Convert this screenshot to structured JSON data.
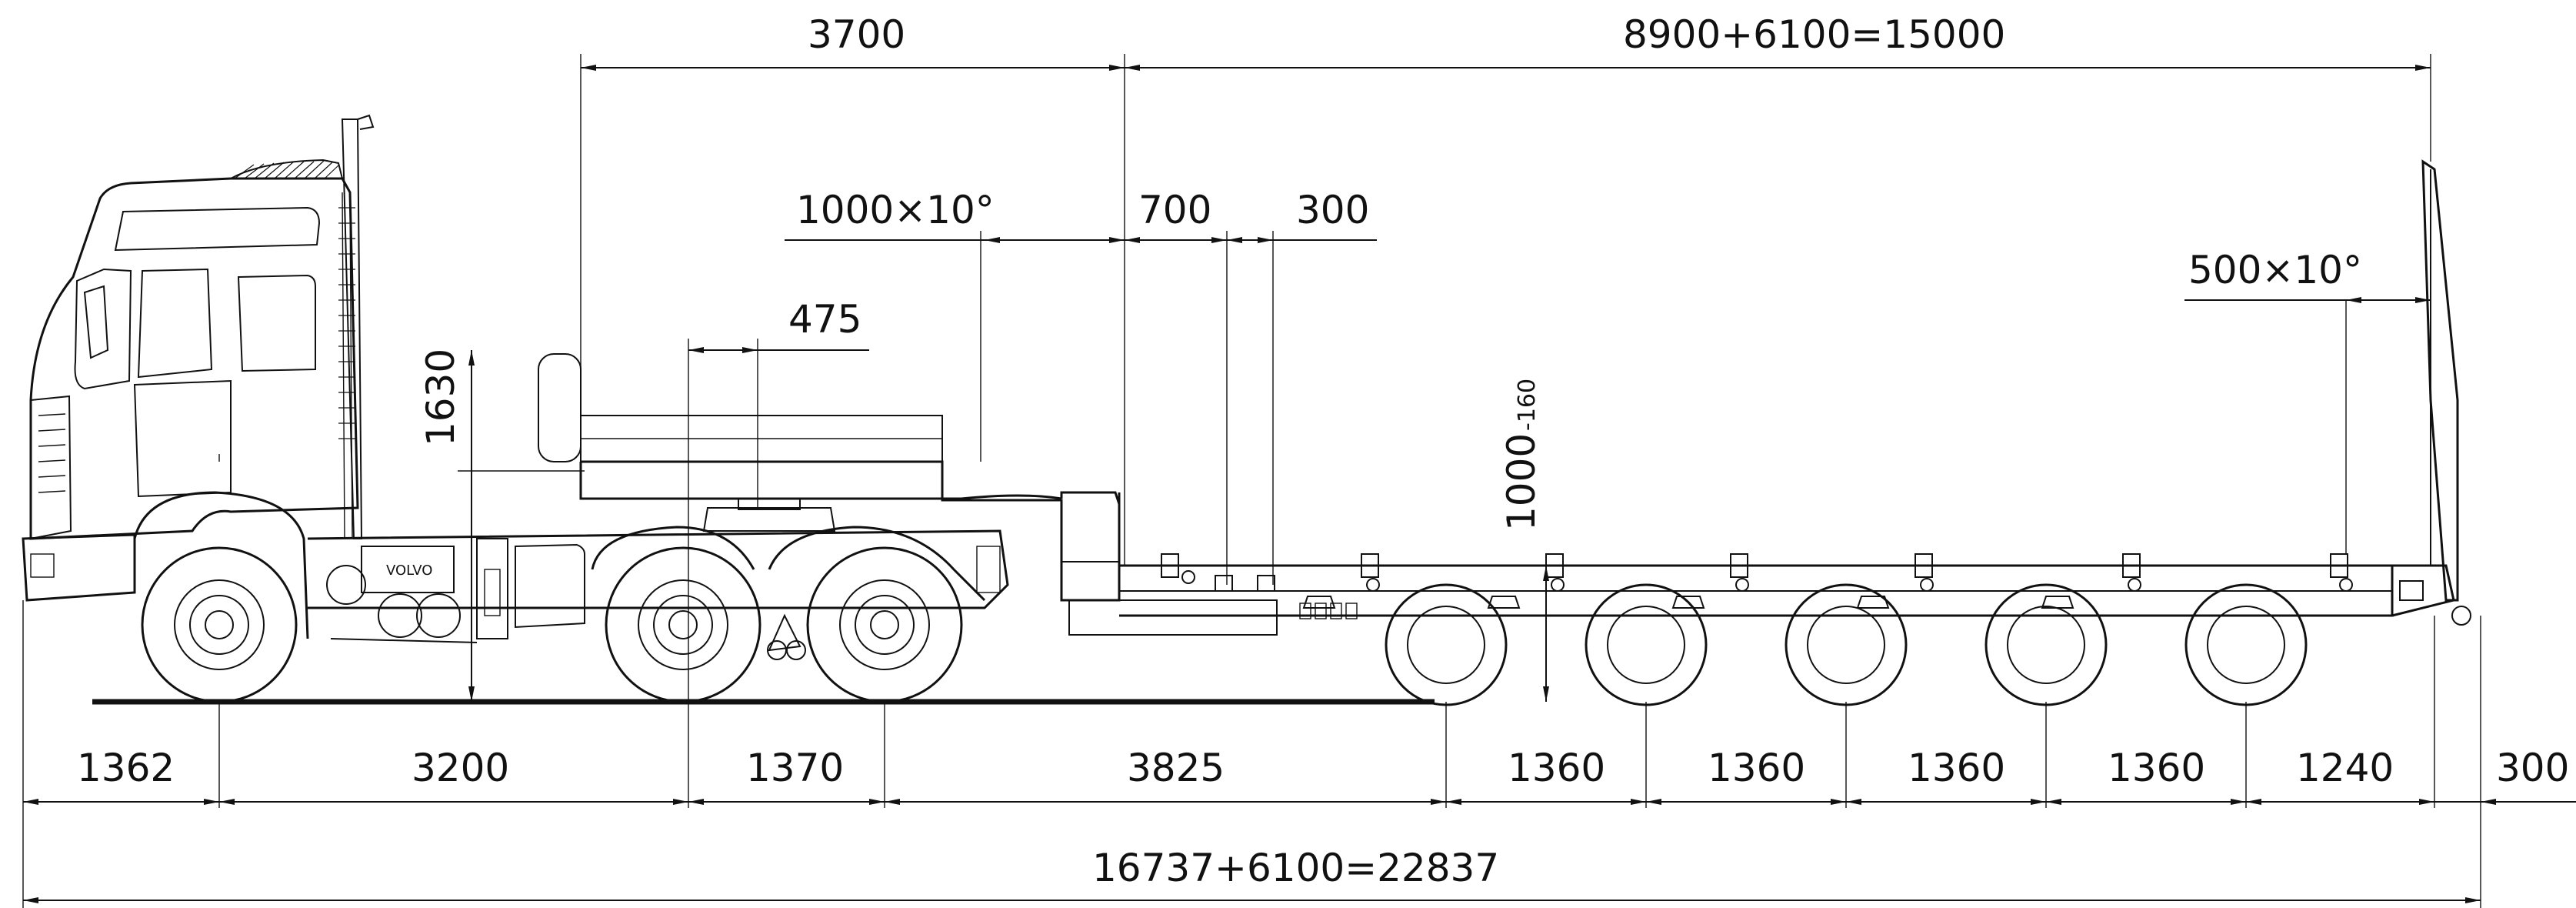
{
  "dimensions": {
    "top_left": "3700",
    "top_right": "8900+6100=15000",
    "gooseneck_angle": "1000×10°",
    "d700": "700",
    "d300_top": "300",
    "kingpin_offset": "475",
    "fifth_wheel_height": "1630",
    "deck_height": "1000",
    "deck_height_tolerance": "-160",
    "rear_ramp_angle": "500×10°",
    "bottom": [
      "1362",
      "3200",
      "1370",
      "3825",
      "1360",
      "1360",
      "1360",
      "1360",
      "1240",
      "300"
    ],
    "overall": "16737+6100=22837"
  },
  "truck_badge": "VOLVO"
}
